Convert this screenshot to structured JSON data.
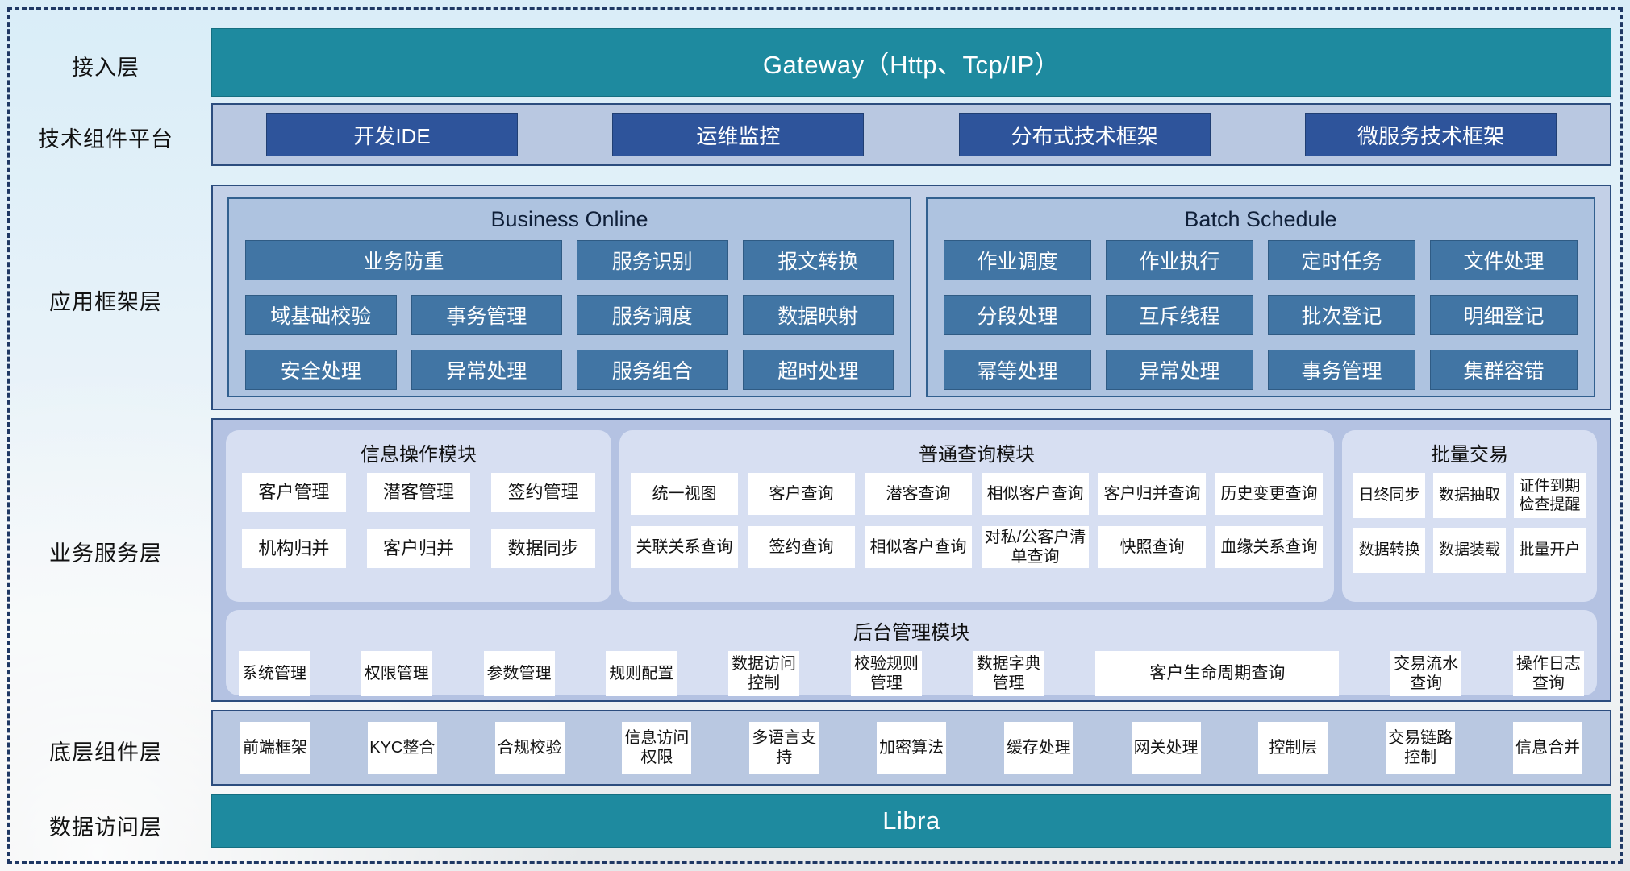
{
  "layers": {
    "access": {
      "label": "接入层",
      "bar_text": "Gateway（Http、Tcp/IP）"
    },
    "tech_platform": {
      "label": "技术组件平台",
      "buttons": [
        "开发IDE",
        "运维监控",
        "分布式技术框架",
        "微服务技术框架"
      ]
    },
    "app_framework": {
      "label": "应用框架层",
      "panels": [
        {
          "title": "Business Online",
          "buttons": [
            "业务防重",
            "服务识别",
            "报文转换",
            "域基础校验",
            "事务管理",
            "服务调度",
            "数据映射",
            "安全处理",
            "异常处理",
            "服务组合",
            "超时处理"
          ]
        },
        {
          "title": "Batch Schedule",
          "buttons": [
            "作业调度",
            "作业执行",
            "定时任务",
            "文件处理",
            "分段处理",
            "互斥线程",
            "批次登记",
            "明细登记",
            "幂等处理",
            "异常处理",
            "事务管理",
            "集群容错"
          ]
        }
      ]
    },
    "business_service": {
      "label": "业务服务层",
      "modules": [
        {
          "title": "信息操作模块",
          "buttons": [
            "客户管理",
            "潜客管理",
            "签约管理",
            "机构归并",
            "客户归并",
            "数据同步"
          ]
        },
        {
          "title": "普通查询模块",
          "buttons": [
            "统一视图",
            "客户查询",
            "潜客查询",
            "相似客户查询",
            "客户归并查询",
            "历史变更查询",
            "关联关系查询",
            "签约查询",
            "相似客户查询",
            "对私/公客户清单查询",
            "快照查询",
            "血缘关系查询"
          ]
        },
        {
          "title": "批量交易",
          "buttons": [
            "日终同步",
            "数据抽取",
            "证件到期检查提醒",
            "数据转换",
            "数据装载",
            "批量开户"
          ]
        },
        {
          "title": "后台管理模块",
          "buttons": [
            "系统管理",
            "权限管理",
            "参数管理",
            "规则配置",
            "数据访问控制",
            "校验规则管理",
            "数据字典管理",
            "客户生命周期查询",
            "交易流水查询",
            "操作日志查询"
          ]
        }
      ]
    },
    "base_components": {
      "label": "底层组件层",
      "buttons": [
        "前端框架",
        "KYC整合",
        "合规校验",
        "信息访问权限",
        "多语言支持",
        "加密算法",
        "缓存处理",
        "网关处理",
        "控制层",
        "交易链路控制",
        "信息合并"
      ]
    },
    "data_access": {
      "label": "数据访问层",
      "bar_text": "Libra"
    }
  },
  "colors": {
    "teal_bar": "#1e8a9f",
    "navy_button": "#2e549b",
    "steel_button": "#4175a4",
    "container_fill": "#b9c8e1",
    "container_border": "#2c4d7e",
    "rounded_panel_fill": "#d7dff2",
    "dashed_border": "#1f3864"
  }
}
